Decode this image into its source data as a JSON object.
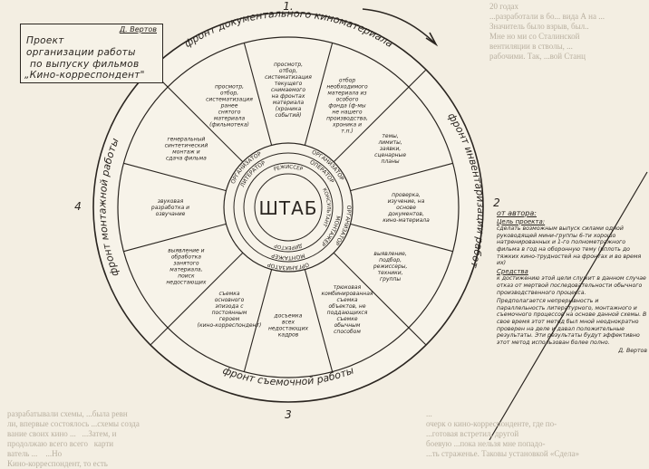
{
  "document": {
    "title_box": {
      "author": "Д. Вертов",
      "lines": [
        "Проект",
        "организации работы",
        "по выпуску фильмов",
        "„Кино-корреспондент\""
      ]
    },
    "front_numbers": [
      "1.",
      "2",
      "3",
      "4"
    ],
    "hub": {
      "center_label": "ШТАБ",
      "ring_outer": [
        "ОРГАНИЗАТОР",
        "ОРГАНИЗАТОР",
        "ОРГАНИЗАТОР",
        "ОРГАНИЗАТОР"
      ],
      "ring_middle": [
        "МОНТАЖЕР",
        "ЛИТЕРАТОР",
        "ОПЕРАТОР",
        "МОНТАЖЕР"
      ],
      "ring_inner": [
        "ДИРЕКТОР",
        "РЕЖИССЕР",
        "КОНСУЛЬТАНТ"
      ]
    },
    "fronts": [
      {
        "id": "documentary",
        "label": "фронт документального киноматериала"
      },
      {
        "id": "inventory",
        "label": "фронт инвентаризации работ"
      },
      {
        "id": "shooting",
        "label": "фронт съемочной работы"
      },
      {
        "id": "editing",
        "label": "фронт монтажной работы"
      }
    ],
    "sectors": [
      {
        "front": "documentary",
        "text": "просмотр, отбор, систематизация текущего снимаемого на фронтах материала (хроника событий)"
      },
      {
        "front": "documentary",
        "text": "отбор необходимого материала из особого фонда (ф-мы не нашего производства, хроника и т.п.)"
      },
      {
        "front": "inventory",
        "text": "темы, лимиты, заявки, сценарные планы"
      },
      {
        "front": "inventory",
        "text": "проверка, изучение, на основе документов, кино-материала"
      },
      {
        "front": "inventory",
        "text": "выявление, подбор, режиссеры, техники, группы"
      },
      {
        "front": "shooting",
        "text": "трюковая комбинированная съемка объектов, не поддающихся съемке обычным способом"
      },
      {
        "front": "shooting",
        "text": "досъемка всех недостающих кадров"
      },
      {
        "front": "shooting",
        "text": "съемка основного эпизода с постоянным героем (кино-корреспондент)"
      },
      {
        "front": "editing",
        "text": "выявление и обработка занятого материала, поиск недостающих"
      },
      {
        "front": "editing",
        "text": "звуковая разработка и озвучание"
      },
      {
        "front": "editing",
        "text": "генеральный синтетический монтаж и сдача фильма"
      },
      {
        "front": "documentary",
        "text": "просмотр, отбор, систематизация ранее снятого материала (фильмотека)"
      }
    ],
    "side_note": {
      "heading": "от автора:",
      "goal_heading": "Цель проекта:",
      "goal_text": "сделать возможным выпуск силами одной руководящей мини-группы 6-ти хорошо натренированных и 1-го полнометражного фильма в год на оборонную тему (вплоть до тяжких кино-трудностей на фронтах и во время их)",
      "means_heading": "Средства",
      "means_text": "к достижению этой цели служит в данном случае отказ от мертвой последовательности обычного производственного процесса.",
      "method_text": "Предполагается непрерывность и параллельность литературного, монтажного и съемочного процессов на основе данной схемы. В свое время этот метод был мной неоднократно проверен на деле и давал положительные результаты. Эти результаты будут эффективно этот метод использован более полно.",
      "signature": "Д. Вертов"
    },
    "background_print_lines": [
      "         20 годах",
      "   ...разработали в бо... вида А на ...",
      "Значитель было взрыв, был..",
      "Мне но ми со Сталинской",
      "вентиляции в стволы, ...",
      "рабочими. Так, ...вой Станц",
      "разрабатывали схемы, ...была ревн",
      "ли, впервые состоялось ...схемы созда",
      "вание своих кино ...   ...Затем, и",
      "продолжаю всего всего   карти",
      "ватель ...    ...Но",
      "Кино-корреспондент, то есть",
      "...",
      "",
      "",
      "",
      "",
      "",
      "очерк о кино-корреспонденте, где по-",
      "...готовая встретил, другой",
      "боевую ...пока нельзя мне попадо-",
      "...ть страженье. Таковы установкой «Сдела»"
    ]
  }
}
